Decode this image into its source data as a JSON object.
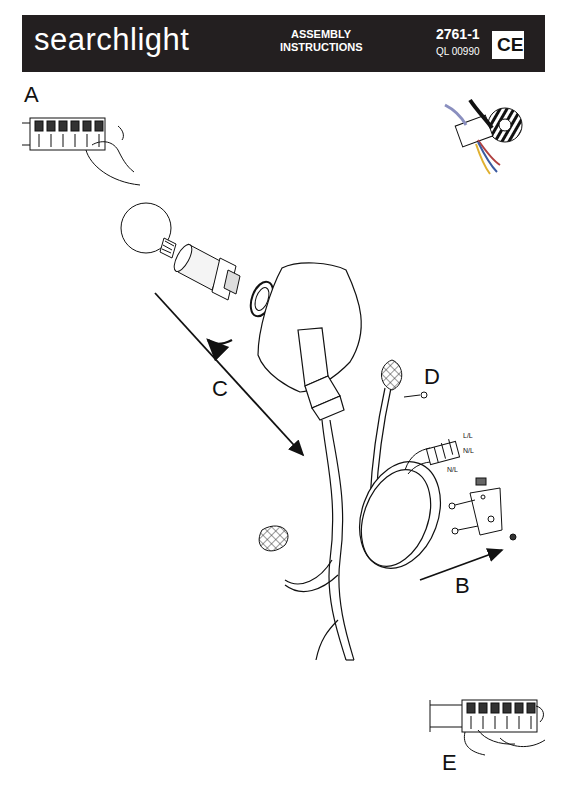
{
  "diagram": {
    "labels": [
      "searchlight",
      "ASSEMBLY INSTRUCTIONS",
      "2761-1",
      "QL 00990",
      "CE",
      "A",
      "C",
      "D",
      "B",
      "E",
      "L/L",
      "N/L",
      "N/L"
    ]
  }
}
